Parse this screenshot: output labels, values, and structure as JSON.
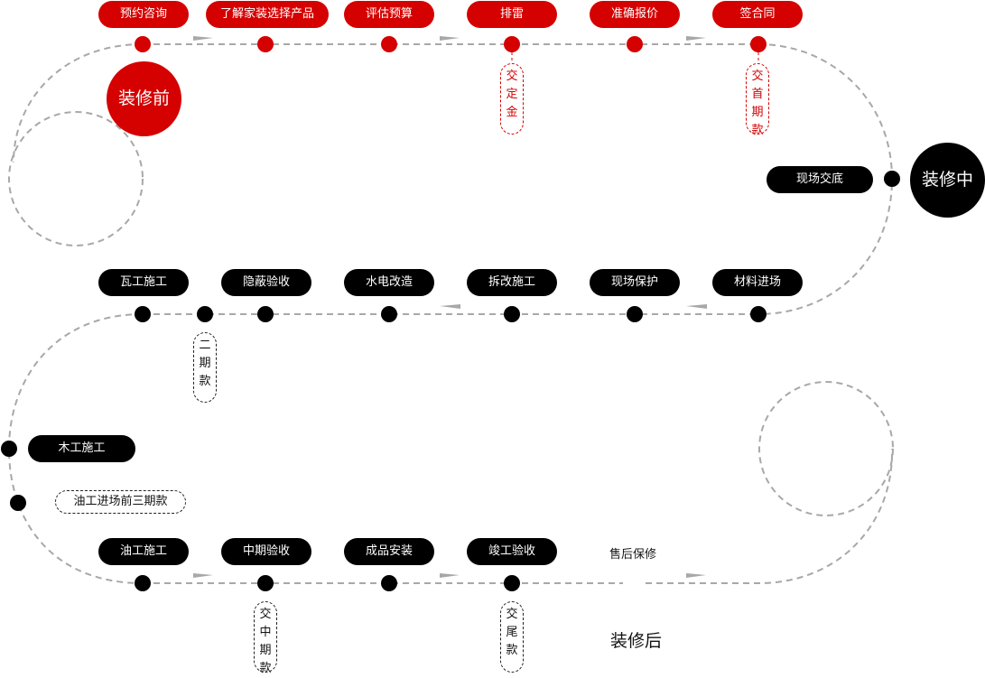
{
  "phases": {
    "before": "装修前",
    "during": "装修中",
    "after": "装修后"
  },
  "row1": [
    "预约咨询",
    "了解家装选择产品",
    "评估预算",
    "排雷",
    "准确报价",
    "签合同"
  ],
  "row1_payments": [
    "交定金",
    "交首期款"
  ],
  "handover": "现场交底",
  "row2": [
    "瓦工施工",
    "隐蔽验收",
    "水电改造",
    "拆改施工",
    "现场保护",
    "材料进场"
  ],
  "row2_payment": "二期款",
  "carpentry": "木工施工",
  "paint_payment": "油工进场前三期款",
  "row3": [
    "油工施工",
    "中期验收",
    "成品安装",
    "竣工验收"
  ],
  "after_sales": "售后保修",
  "row3_payments": [
    "交中期款",
    "交尾款"
  ],
  "colors": {
    "accent": "#d50000",
    "dark": "#000000",
    "line": "#999999"
  }
}
